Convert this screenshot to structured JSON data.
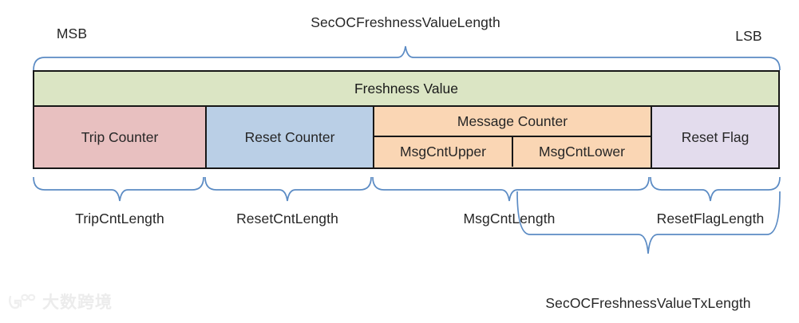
{
  "diagram": {
    "title": "SecOC Freshness Value bit field layout",
    "top_label": "SecOCFreshnessValueLength",
    "msb_label": "MSB",
    "lsb_label": "LSB",
    "bottom_label": "SecOCFreshnessValueTxLength",
    "colors": {
      "freshness_value": "#dbe5c4",
      "trip_counter": "#e8c0c0",
      "reset_counter": "#bacfe6",
      "message_counter": "#fad6b4",
      "reset_flag": "#e3dced",
      "border": "#171717",
      "brace": "#5b8bc4"
    },
    "rows": {
      "freshness": {
        "label": "Freshness Value"
      },
      "fields": [
        {
          "label": "Trip Counter"
        },
        {
          "label": "Reset Counter"
        },
        {
          "label": "Message Counter",
          "sub": [
            {
              "label": "MsgCntUpper"
            },
            {
              "label": "MsgCntLower"
            }
          ]
        },
        {
          "label": "Reset Flag"
        }
      ]
    },
    "length_labels": [
      {
        "label": "TripCntLength"
      },
      {
        "label": "ResetCntLength"
      },
      {
        "label": "MsgCntLength"
      },
      {
        "label": "ResetFlagLength"
      }
    ]
  },
  "watermark": {
    "text": "大数跨境",
    "logo_icon": "paw-logo-icon"
  }
}
